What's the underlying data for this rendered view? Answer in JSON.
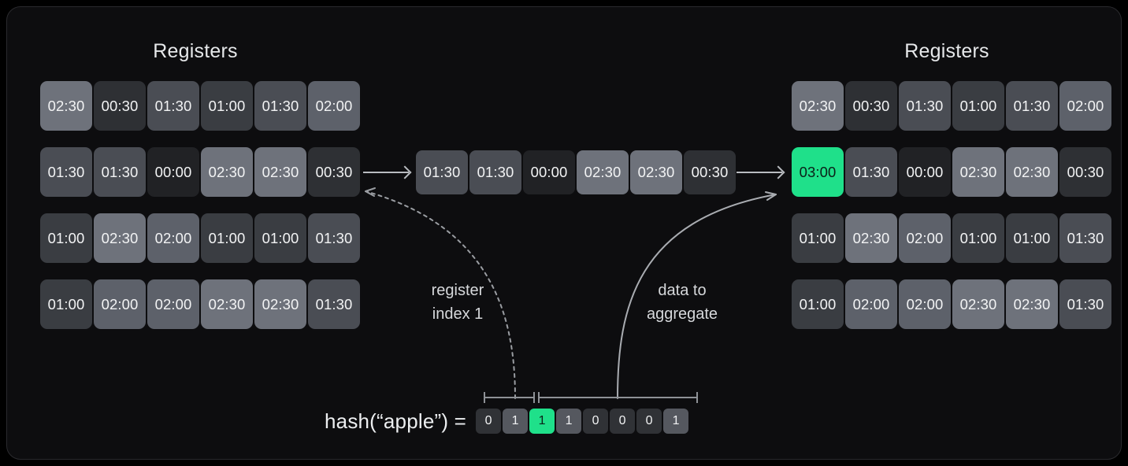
{
  "theme": {
    "canvas_bg": "#0d0d0f",
    "canvas_border": "#2a2a2e",
    "accent_green": "#1fe08a",
    "accent_text_on_green": "#0b2018",
    "arrow_color": "#b9bcc0",
    "text_primary": "#e6e8ea",
    "text_secondary": "#d6d8db",
    "value_colors": {
      "00:00": "#212225",
      "00:30": "#2e3034",
      "01:00": "#3a3d42",
      "01:30": "#4a4d54",
      "02:00": "#5d616a",
      "02:30": "#6e727b",
      "03:00": "#1fe08a"
    }
  },
  "left_panel": {
    "title": "Registers",
    "rows": [
      [
        "02:30",
        "00:30",
        "01:30",
        "01:00",
        "01:30",
        "02:00"
      ],
      [
        "01:30",
        "01:30",
        "00:00",
        "02:30",
        "02:30",
        "00:30"
      ],
      [
        "01:00",
        "02:30",
        "02:00",
        "01:00",
        "01:00",
        "01:30"
      ],
      [
        "01:00",
        "02:00",
        "02:00",
        "02:30",
        "02:30",
        "01:30"
      ]
    ],
    "highlight": null
  },
  "right_panel": {
    "title": "Registers",
    "rows": [
      [
        "02:30",
        "00:30",
        "01:30",
        "01:00",
        "01:30",
        "02:00"
      ],
      [
        "03:00",
        "01:30",
        "00:00",
        "02:30",
        "02:30",
        "00:30"
      ],
      [
        "01:00",
        "02:30",
        "02:00",
        "01:00",
        "01:00",
        "01:30"
      ],
      [
        "01:00",
        "02:00",
        "02:00",
        "02:30",
        "02:30",
        "01:30"
      ]
    ],
    "highlight": {
      "row": 1,
      "col": 0
    }
  },
  "center_row": {
    "values": [
      "01:30",
      "01:30",
      "00:00",
      "02:30",
      "02:30",
      "00:30"
    ],
    "source_row_index": 1
  },
  "annotations": {
    "register_index": "register\nindex 1",
    "data_to_aggregate": "data to\naggregate"
  },
  "hash": {
    "label": "hash(“apple”) =",
    "bits": [
      "0",
      "1",
      "1",
      "1",
      "0",
      "0",
      "0",
      "1"
    ],
    "highlight_bit_index": 2,
    "index_bits_range": [
      0,
      1
    ],
    "data_bits_range": [
      2,
      7
    ]
  },
  "icons": {
    "arrow_left_to_center": "arrow-right-icon",
    "arrow_center_to_right": "arrow-right-icon",
    "index_curve": "dashed-curved-arrow-icon",
    "data_curve": "curved-arrow-icon",
    "bracket_index": "bracket-icon",
    "bracket_data": "bracket-icon"
  }
}
